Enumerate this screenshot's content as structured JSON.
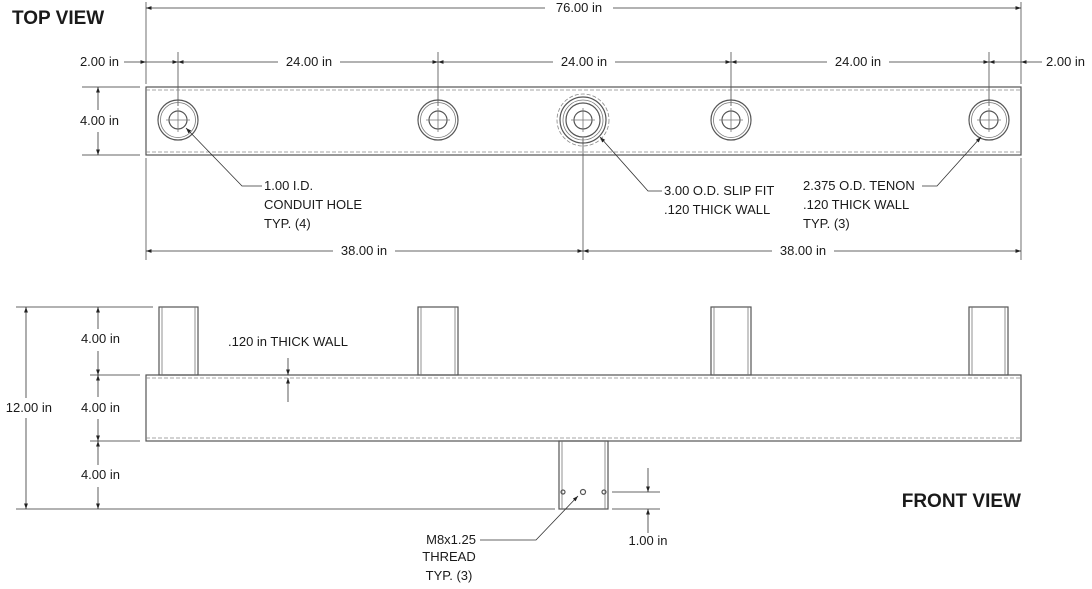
{
  "views": {
    "top_title": "TOP VIEW",
    "front_title": "FRONT VIEW"
  },
  "top_dims": {
    "overall": "76.00 in",
    "end_left": "2.00 in",
    "end_right": "2.00 in",
    "spacing_1": "24.00 in",
    "spacing_2": "24.00 in",
    "spacing_3": "24.00 in",
    "width": "4.00 in",
    "half_left": "38.00 in",
    "half_right": "38.00 in"
  },
  "callouts": {
    "conduit": [
      "1.00 I.D.",
      "CONDUIT HOLE",
      "TYP. (4)"
    ],
    "slip_fit": [
      "3.00 O.D. SLIP FIT",
      ".120 THICK WALL"
    ],
    "tenon": [
      "2.375 O.D. TENON",
      ".120 THICK WALL",
      "TYP. (3)"
    ],
    "thread": [
      "M8x1.25",
      "THREAD",
      "TYP. (3)"
    ]
  },
  "front_dims": {
    "overall_height": "12.00 in",
    "tenon_height": "4.00 in",
    "body_height": "4.00 in",
    "slip_height": "4.00 in",
    "wall": ".120 in THICK WALL",
    "thread_offset": "1.00 in"
  }
}
